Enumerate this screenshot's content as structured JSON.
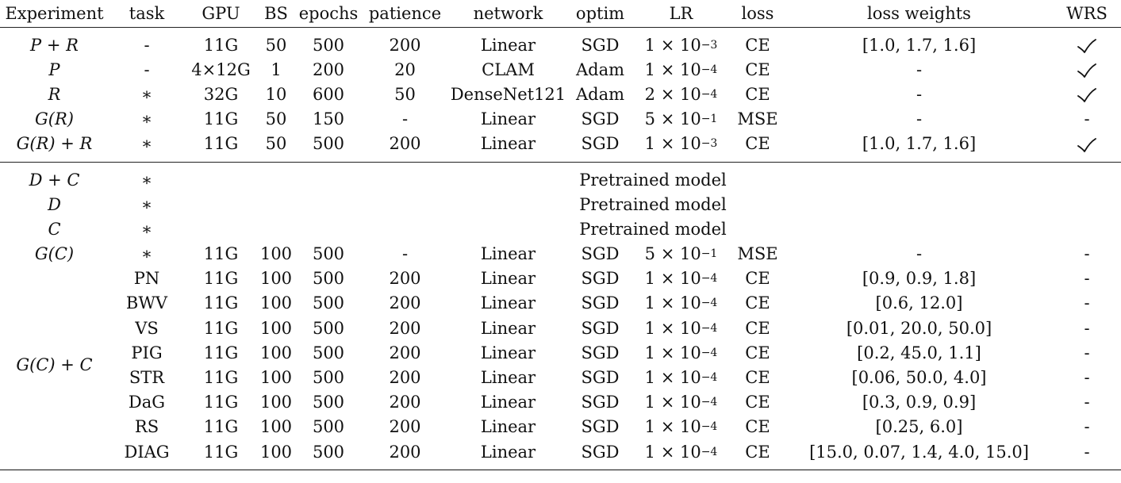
{
  "table": {
    "headers": [
      "Experiment",
      "task",
      "GPU",
      "BS",
      "epochs",
      "patience",
      "network",
      "optim",
      "LR",
      "loss",
      "loss weights",
      "WRS"
    ],
    "section1": [
      {
        "experiment": "P + R",
        "task": "-",
        "gpu": "11G",
        "bs": "50",
        "epochs": "500",
        "patience": "200",
        "network": "Linear",
        "optim": "SGD",
        "lr_mant": "1 × 10",
        "lr_exp": "−3",
        "loss": "CE",
        "loss_weights": "[1.0, 1.7, 1.6]",
        "wrs": "check"
      },
      {
        "experiment": "P",
        "task": "-",
        "gpu": "4×12G",
        "bs": "1",
        "epochs": "200",
        "patience": "20",
        "network": "CLAM",
        "optim": "Adam",
        "lr_mant": "1 × 10",
        "lr_exp": "−4",
        "loss": "CE",
        "loss_weights": "-",
        "wrs": "check"
      },
      {
        "experiment": "R",
        "task": "∗",
        "gpu": "32G",
        "bs": "10",
        "epochs": "600",
        "patience": "50",
        "network": "DenseNet121",
        "optim": "Adam",
        "lr_mant": "2 × 10",
        "lr_exp": "−4",
        "loss": "CE",
        "loss_weights": "-",
        "wrs": "check"
      },
      {
        "experiment": "G(R)",
        "task": "∗",
        "gpu": "11G",
        "bs": "50",
        "epochs": "150",
        "patience": "-",
        "network": "Linear",
        "optim": "SGD",
        "lr_mant": "5 × 10",
        "lr_exp": "−1",
        "loss": "MSE",
        "loss_weights": "-",
        "wrs": "-"
      },
      {
        "experiment": "G(R) + R",
        "task": "∗",
        "gpu": "11G",
        "bs": "50",
        "epochs": "500",
        "patience": "200",
        "network": "Linear",
        "optim": "SGD",
        "lr_mant": "1 × 10",
        "lr_exp": "−3",
        "loss": "CE",
        "loss_weights": "[1.0, 1.7, 1.6]",
        "wrs": "check"
      }
    ],
    "section2_pretrained": [
      {
        "experiment": "D + C",
        "task": "∗",
        "note": "Pretrained model"
      },
      {
        "experiment": "D",
        "task": "∗",
        "note": "Pretrained model"
      },
      {
        "experiment": "C",
        "task": "∗",
        "note": "Pretrained model"
      }
    ],
    "section2_gc": {
      "experiment": "G(C)",
      "task": "∗",
      "gpu": "11G",
      "bs": "100",
      "epochs": "500",
      "patience": "-",
      "network": "Linear",
      "optim": "SGD",
      "lr_mant": "5 × 10",
      "lr_exp": "−1",
      "loss": "MSE",
      "loss_weights": "-",
      "wrs": "-"
    },
    "section2_gcc_label": "G(C) + C",
    "section2_gcc": [
      {
        "task": "PN",
        "gpu": "11G",
        "bs": "100",
        "epochs": "500",
        "patience": "200",
        "network": "Linear",
        "optim": "SGD",
        "lr_mant": "1 × 10",
        "lr_exp": "−4",
        "loss": "CE",
        "loss_weights": "[0.9, 0.9, 1.8]",
        "wrs": "-"
      },
      {
        "task": "BWV",
        "gpu": "11G",
        "bs": "100",
        "epochs": "500",
        "patience": "200",
        "network": "Linear",
        "optim": "SGD",
        "lr_mant": "1 × 10",
        "lr_exp": "−4",
        "loss": "CE",
        "loss_weights": "[0.6, 12.0]",
        "wrs": "-"
      },
      {
        "task": "VS",
        "gpu": "11G",
        "bs": "100",
        "epochs": "500",
        "patience": "200",
        "network": "Linear",
        "optim": "SGD",
        "lr_mant": "1 × 10",
        "lr_exp": "−4",
        "loss": "CE",
        "loss_weights": "[0.01, 20.0, 50.0]",
        "wrs": "-"
      },
      {
        "task": "PIG",
        "gpu": "11G",
        "bs": "100",
        "epochs": "500",
        "patience": "200",
        "network": "Linear",
        "optim": "SGD",
        "lr_mant": "1 × 10",
        "lr_exp": "−4",
        "loss": "CE",
        "loss_weights": "[0.2, 45.0, 1.1]",
        "wrs": "-"
      },
      {
        "task": "STR",
        "gpu": "11G",
        "bs": "100",
        "epochs": "500",
        "patience": "200",
        "network": "Linear",
        "optim": "SGD",
        "lr_mant": "1 × 10",
        "lr_exp": "−4",
        "loss": "CE",
        "loss_weights": "[0.06, 50.0, 4.0]",
        "wrs": "-"
      },
      {
        "task": "DaG",
        "gpu": "11G",
        "bs": "100",
        "epochs": "500",
        "patience": "200",
        "network": "Linear",
        "optim": "SGD",
        "lr_mant": "1 × 10",
        "lr_exp": "−4",
        "loss": "CE",
        "loss_weights": "[0.3, 0.9, 0.9]",
        "wrs": "-"
      },
      {
        "task": "RS",
        "gpu": "11G",
        "bs": "100",
        "epochs": "500",
        "patience": "200",
        "network": "Linear",
        "optim": "SGD",
        "lr_mant": "1 × 10",
        "lr_exp": "−4",
        "loss": "CE",
        "loss_weights": "[0.25, 6.0]",
        "wrs": "-"
      },
      {
        "task": "DIAG",
        "gpu": "11G",
        "bs": "100",
        "epochs": "500",
        "patience": "200",
        "network": "Linear",
        "optim": "SGD",
        "lr_mant": "1 × 10",
        "lr_exp": "−4",
        "loss": "CE",
        "loss_weights": "[15.0, 0.07, 1.4, 4.0, 15.0]",
        "wrs": "-"
      }
    ]
  }
}
